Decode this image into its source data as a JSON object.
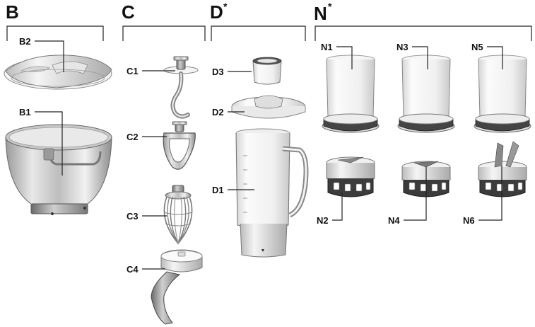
{
  "sections": {
    "B": {
      "letter": "B",
      "sup": ""
    },
    "C": {
      "letter": "C",
      "sup": ""
    },
    "D": {
      "letter": "D",
      "sup": "*"
    },
    "N": {
      "letter": "N",
      "sup": "*"
    }
  },
  "callouts": {
    "B1": "B1",
    "B2": "B2",
    "C1": "C1",
    "C2": "C2",
    "C3": "C3",
    "C4": "C4",
    "D1": "D1",
    "D2": "D2",
    "D3": "D3",
    "N1": "N1",
    "N2": "N2",
    "N3": "N3",
    "N4": "N4",
    "N5": "N5",
    "N6": "N6"
  }
}
